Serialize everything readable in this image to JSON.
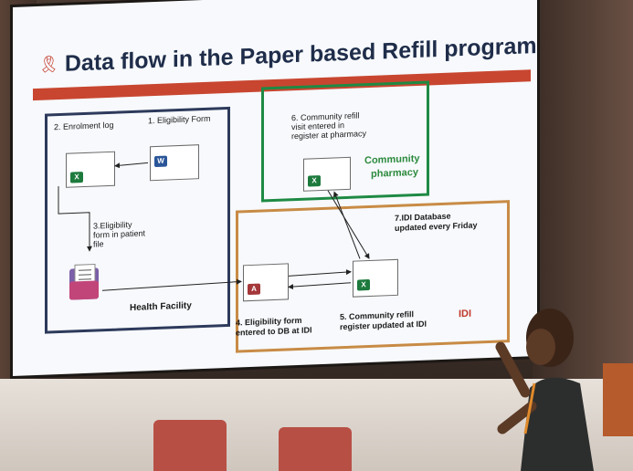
{
  "slide": {
    "title": "Data flow in the Paper based Refill program",
    "labels": {
      "enrolment_log": "2. Enrolment log",
      "eligibility_form": "1. Eligibility Form",
      "eligibility_in_file_1": "3.Eligibility",
      "eligibility_in_file_2": "form in patient",
      "eligibility_in_file_3": "file",
      "health_facility": "Health Facility",
      "community_visit_1": "6. Community refill",
      "community_visit_2": "visit entered in",
      "community_visit_3": "register at pharmacy",
      "community_pharmacy_1": "Community",
      "community_pharmacy_2": "pharmacy",
      "idi_db_1": "7.IDI Database",
      "idi_db_2": "updated every Friday",
      "form_entered_1": "4. Eligibility form",
      "form_entered_2": "entered to  DB at IDI",
      "register_updated_1": "5. Community refill",
      "register_updated_2": "register updated at IDI",
      "idi": "IDI"
    }
  },
  "colors": {
    "title": "#1f2d4a",
    "red_bar": "#c84630",
    "health_facility_border": "#2d3a5b",
    "community_border": "#1e8a44",
    "idi_border": "#c88b45",
    "community_text": "#2c8a3d",
    "idi_text": "#c0392b"
  }
}
